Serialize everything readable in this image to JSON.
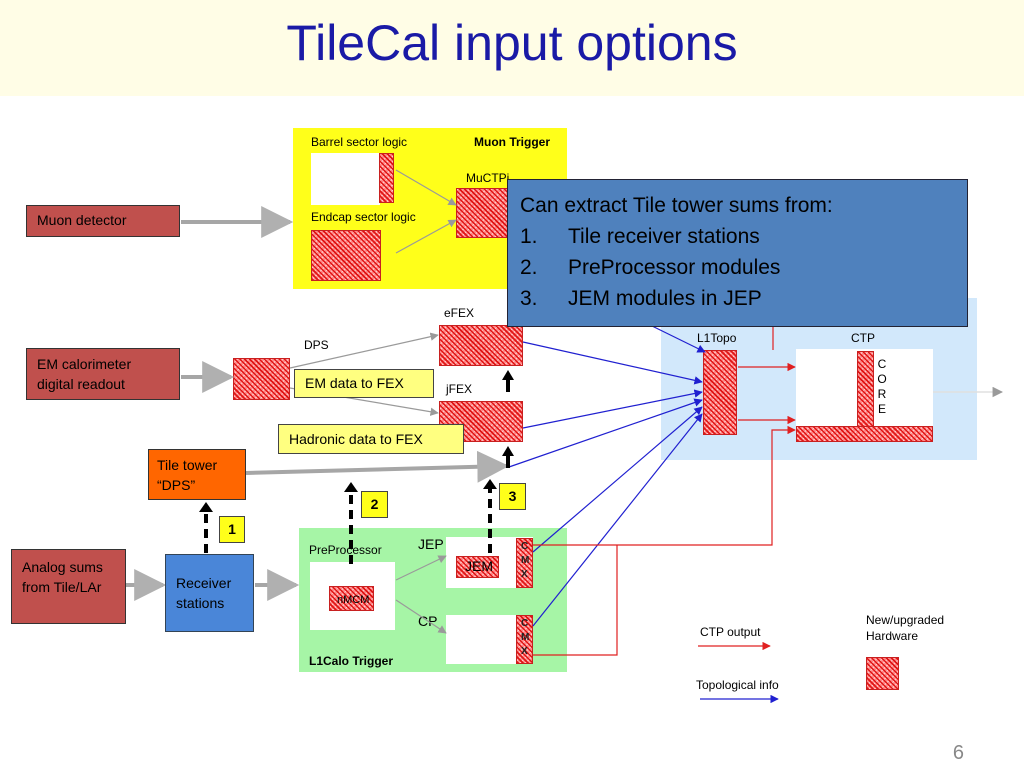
{
  "slide": {
    "title": "TileCal input options",
    "page_number": "6"
  },
  "muon": {
    "section": "Muon Trigger",
    "barrel": "Barrel sector logic",
    "endcap": "Endcap sector logic",
    "muctpi": "MuCTPi",
    "detector": "Muon detector"
  },
  "callout": {
    "heading": "Can extract Tile tower sums from:",
    "items": [
      {
        "num": "1.",
        "text": "Tile receiver stations"
      },
      {
        "num": "2.",
        "text": "PreProcessor modules"
      },
      {
        "num": "3.",
        "text": "JEM modules in JEP"
      }
    ]
  },
  "calo": {
    "em_readout": "EM calorimeter digital readout",
    "dps": "DPS",
    "efex": "eFEX",
    "jfex": "jFEX",
    "em_to_fex": "EM data to FEX",
    "had_to_fex": "Hadronic data to FEX",
    "tile_dps": "Tile tower “DPS”"
  },
  "ctp_area": {
    "l1topo": "L1Topo",
    "ctp": "CTP",
    "core": [
      "C",
      "O",
      "R",
      "E"
    ]
  },
  "l1calo": {
    "analog": "Analog sums from Tile/LAr",
    "receiver": "Receiver stations",
    "preprocessor": "PreProcessor",
    "nmcm": "nMCM",
    "jep": "JEP",
    "jem": "JEM",
    "cp": "CP",
    "cmx": [
      "C",
      "M",
      "X"
    ],
    "section": "L1Calo Trigger"
  },
  "markers": [
    "1",
    "2",
    "3"
  ],
  "legend": {
    "new_hw": "New/upgraded Hardware",
    "ctp_output": "CTP output",
    "topo_info": "Topological info"
  },
  "colors": {
    "title": "#1a1aa6",
    "muon_bg": "#ffff1a",
    "ctp_bg": "#d2e8fb",
    "l1calo_bg": "#a6f5a6",
    "callout_bg": "#4f81bd",
    "detector_box": "#c0504d",
    "tile_box": "#ff6600",
    "receiver_box": "#4a86d8",
    "label_box": "#ffff80"
  }
}
